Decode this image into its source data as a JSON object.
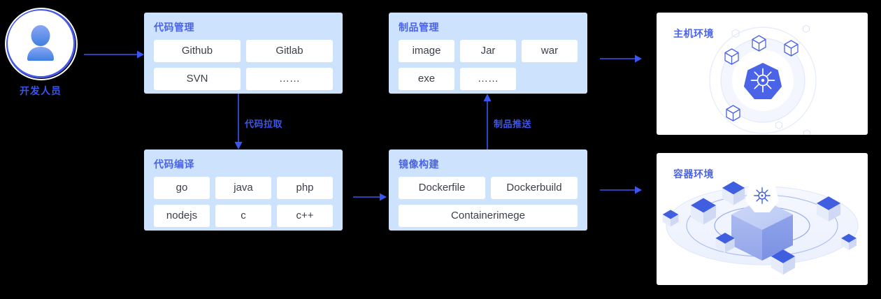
{
  "actor": {
    "label": "开发人员",
    "icon": "user-avatar-icon"
  },
  "panels": [
    {
      "key": "code_management",
      "title": "代码管理",
      "rows": [
        [
          "Github",
          "Gitlab"
        ],
        [
          "SVN",
          "……"
        ]
      ]
    },
    {
      "key": "artifact_management",
      "title": "制品管理",
      "rows": [
        [
          "image",
          "Jar",
          "war"
        ],
        [
          "exe",
          "……"
        ]
      ]
    },
    {
      "key": "code_compile",
      "title": "代码编译",
      "rows": [
        [
          "go",
          "java",
          "php"
        ],
        [
          "nodejs",
          "c",
          "c++"
        ]
      ]
    },
    {
      "key": "image_build",
      "title": "镜像构建",
      "rows": [
        [
          "Dockerfile",
          "Dockerbuild"
        ],
        [
          "Containerimege"
        ]
      ]
    }
  ],
  "environments": [
    {
      "key": "host_env",
      "title": "主机环境",
      "icon": "kubernetes-helm-icon"
    },
    {
      "key": "container_env",
      "title": "容器环境",
      "icon": "kubernetes-cube-icon"
    }
  ],
  "edges": [
    {
      "key": "dev_to_code",
      "label": ""
    },
    {
      "key": "code_pull",
      "label": "代码拉取"
    },
    {
      "key": "artifact_push",
      "label": "制品推送"
    },
    {
      "key": "compile_to_build",
      "label": ""
    },
    {
      "key": "artifact_to_host",
      "label": ""
    },
    {
      "key": "build_to_container",
      "label": ""
    }
  ],
  "colors": {
    "panel_bg": "#cde2fc",
    "chip_bg": "#ffffff",
    "title_blue": "#4a63e7",
    "arrow_blue": "#3b55f0",
    "text_dark": "#3b3f47",
    "canvas": "#000000"
  }
}
